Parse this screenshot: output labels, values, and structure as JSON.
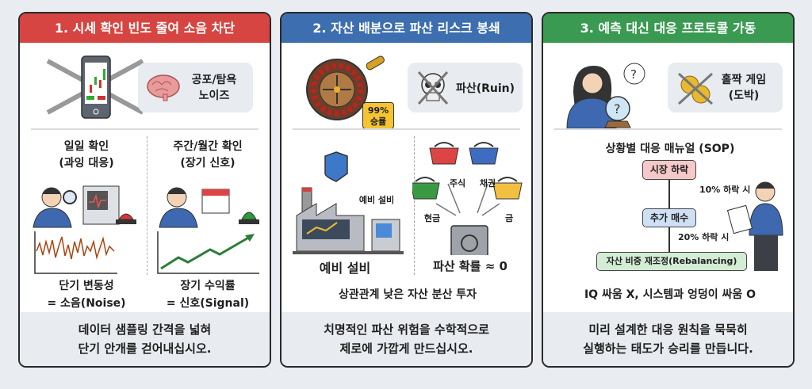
{
  "panels": [
    {
      "title": "1. 시세 확인 빈도 줄여 소음 차단",
      "color": "#d64541",
      "badge": [
        "공포/탐욕",
        "노이즈"
      ],
      "left": {
        "title": [
          "일일 확인",
          "(과잉 대응)"
        ],
        "caption": [
          "단기 변동성",
          "= 소음(Noise)"
        ]
      },
      "right": {
        "title": [
          "주간/월간 확인",
          "(장기 신호)"
        ],
        "caption": [
          "장기 수익률",
          "= 신호(Signal)"
        ]
      },
      "footer": [
        "데이터 샘플링 간격을 넓혀",
        "단기 안개를 걷어내십시오."
      ]
    },
    {
      "title": "2. 자산 배분으로 파산 리스크 봉쇄",
      "color": "#3c6eb0",
      "roulette_tag": [
        "99%",
        "승률"
      ],
      "badge": "파산(Ruin)",
      "factory_small_label": "예비 설비",
      "factory_caption": "예비 설비",
      "baskets": [
        "주식",
        "채권",
        "현금",
        "금"
      ],
      "safe_caption": "파산 확률 ≈ 0",
      "summary": "상관관계 낮은 자산 분산 투자",
      "footer": [
        "치명적인 파산 위험을 수학적으로",
        "제로에 가깝게 만드십시오."
      ]
    },
    {
      "title": "3. 예측 대신 대응 프로토콜 가동",
      "color": "#3a9a52",
      "badge": [
        "홀짝 게임",
        "(도박)"
      ],
      "sop_title": "상황별 대응 매뉴얼 (SOP)",
      "flow": [
        "시장 하락",
        "추가 매수",
        "자산 비중 재조정(Rebalancing)"
      ],
      "conditions": [
        "10% 하락 시",
        "20% 하락 시"
      ],
      "summary": "IQ 싸움 X, 시스템과 엉덩이 싸움 O",
      "footer": [
        "미리 설계한 대응 원칙을 묵묵히",
        "실행하는 태도가 승리를 만듭니다."
      ]
    }
  ]
}
